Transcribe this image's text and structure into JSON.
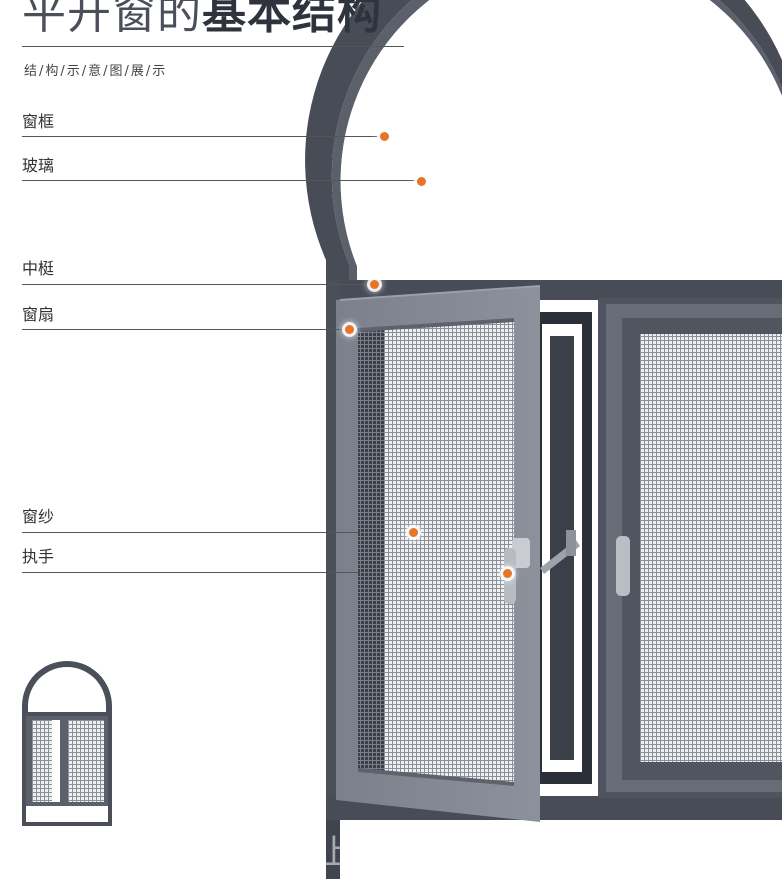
{
  "header": {
    "title_light": "平开窗的",
    "title_bold": "基本结构",
    "subtitle": "结/构/示/意/图/展/示"
  },
  "labels": [
    {
      "id": "frame",
      "text": "窗框"
    },
    {
      "id": "glass",
      "text": "玻璃"
    },
    {
      "id": "mullion",
      "text": "中梃"
    },
    {
      "id": "sash",
      "text": "窗扇"
    },
    {
      "id": "screen",
      "text": "窗纱"
    },
    {
      "id": "handle",
      "text": "执手"
    }
  ],
  "colors": {
    "frame": "#454a55",
    "frame_light": "#6f7480",
    "accent_dot": "#e8742a"
  },
  "watermark": "上"
}
